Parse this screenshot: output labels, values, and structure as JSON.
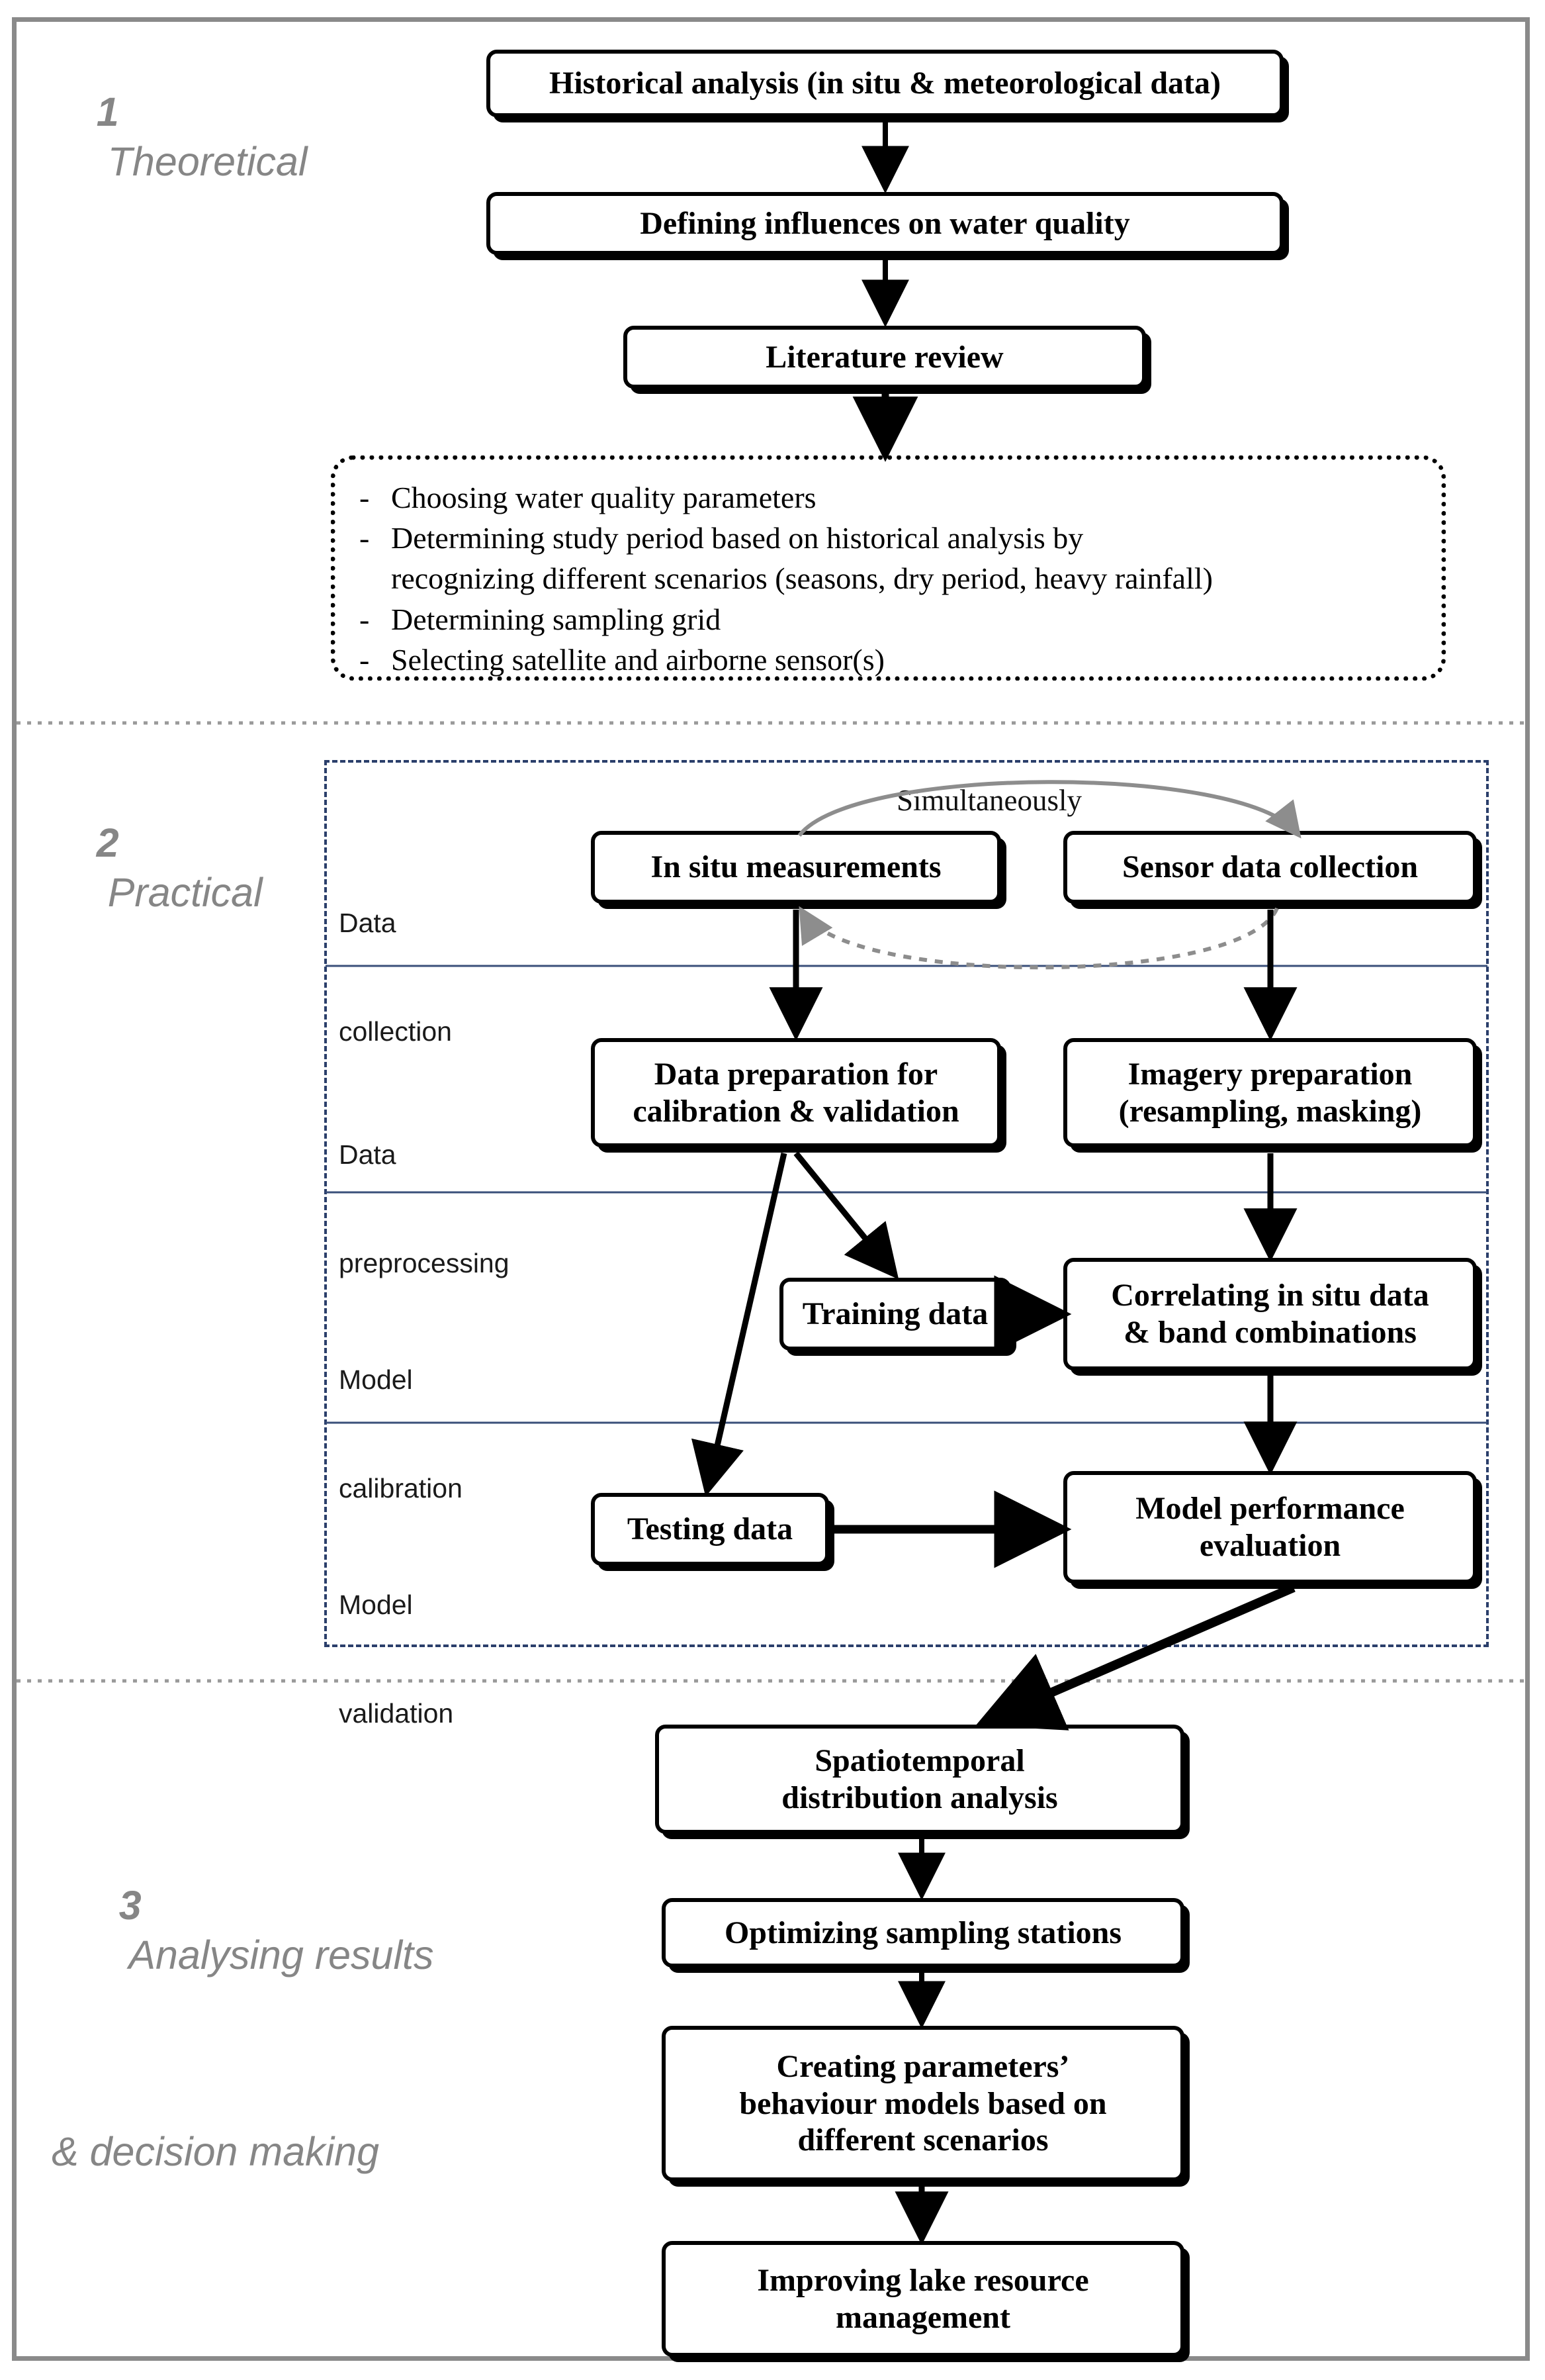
{
  "diagram": {
    "title": "Water quality remote sensing methodology flowchart",
    "sections": [
      {
        "number": "1",
        "name": "Theoretical"
      },
      {
        "number": "2",
        "name": "Practical"
      },
      {
        "number": "3",
        "name": "Analysing results",
        "name2": "& decision making"
      }
    ],
    "theoretical": {
      "nodes": [
        {
          "id": "historical",
          "label": "Historical analysis (in situ & meteorological data)"
        },
        {
          "id": "influences",
          "label": "Defining influences on water quality"
        },
        {
          "id": "literature",
          "label": "Literature review"
        }
      ],
      "outcome_list": [
        "Choosing water quality parameters",
        "Determining study period based on historical analysis by",
        "recognizing different scenarios (seasons, dry period, heavy rainfall)",
        "Determining sampling grid",
        "Selecting satellite and airborne sensor(s)"
      ],
      "bullet_marker": "-"
    },
    "practical": {
      "row_labels": [
        {
          "line1": "Data",
          "line2": "collection"
        },
        {
          "line1": "Data",
          "line2": "preprocessing"
        },
        {
          "line1": "Model",
          "line2": "calibration"
        },
        {
          "line1": "Model",
          "line2": "validation"
        }
      ],
      "connector_label": "Simultaneously",
      "nodes": [
        {
          "id": "insitu",
          "line1": "In situ measurements",
          "line2": ""
        },
        {
          "id": "sensor",
          "line1": "Sensor data collection",
          "line2": ""
        },
        {
          "id": "dataprep",
          "line1": "Data preparation for",
          "line2": "calibration & validation"
        },
        {
          "id": "imagery",
          "line1": "Imagery preparation",
          "line2": "(resampling, masking)"
        },
        {
          "id": "training",
          "line1": "Training data",
          "line2": ""
        },
        {
          "id": "correlating",
          "line1": "Correlating in situ data",
          "line2": "& band combinations"
        },
        {
          "id": "testing",
          "line1": "Testing data",
          "line2": ""
        },
        {
          "id": "performance",
          "line1": "Model performance",
          "line2": "evaluation"
        }
      ]
    },
    "analysis": {
      "nodes": [
        {
          "id": "spatiotemporal",
          "line1": "Spatiotemporal",
          "line2": "distribution analysis",
          "line3": ""
        },
        {
          "id": "optimizing",
          "line1": "Optimizing sampling stations",
          "line2": "",
          "line3": ""
        },
        {
          "id": "behaviour",
          "line1": "Creating parameters’",
          "line2": "behaviour models based on",
          "line3": "different scenarios"
        },
        {
          "id": "improving",
          "line1": "Improving lake resource",
          "line2": "management",
          "line3": ""
        }
      ]
    },
    "colors": {
      "frame": "#8a8a8a",
      "node_border": "#000000",
      "dashed_group": "#2b3f6b",
      "section_divider": "#9a9a9a",
      "section_heading": "#868686",
      "arrow": "#000000",
      "sim_arc": "#8d8d8d"
    }
  }
}
